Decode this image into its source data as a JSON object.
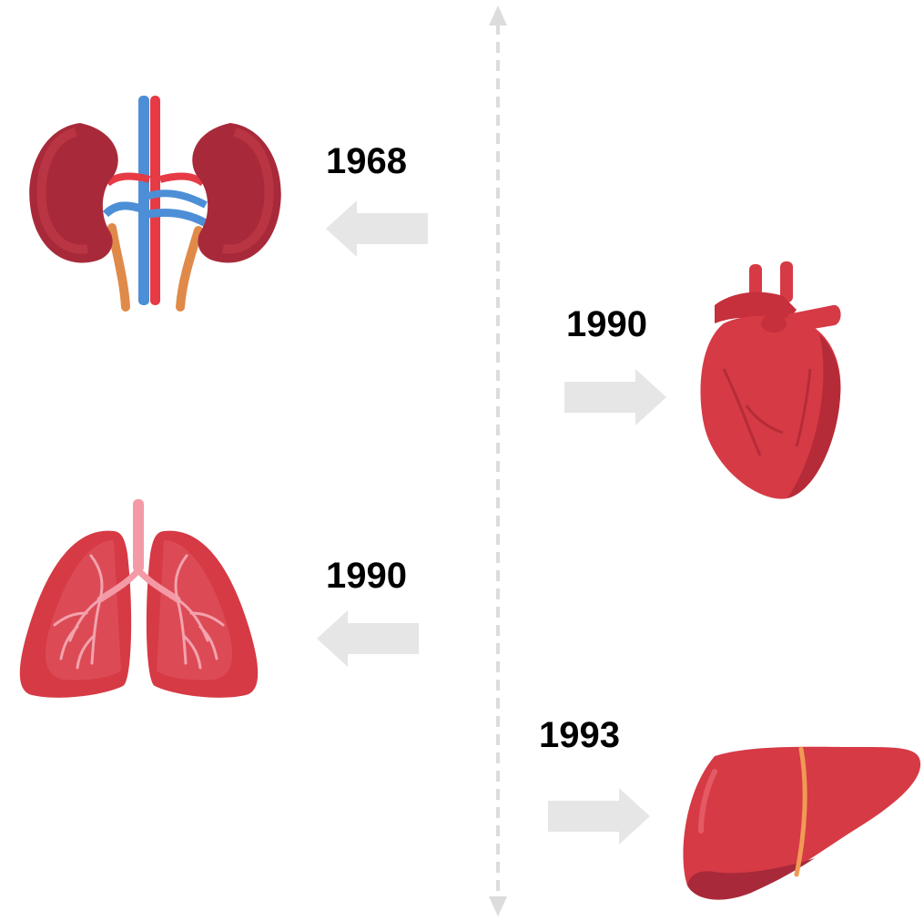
{
  "colors": {
    "arrow": "#e6e6e6",
    "axis": "#dcdcdc",
    "organ_red": "#d63a45",
    "organ_dark": "#a82a3a",
    "vein_blue": "#4d8fd6",
    "ureter_orange": "#e08a4a",
    "trachea_pink": "#f49aa6"
  },
  "timeline": {
    "events": [
      {
        "year": "1968",
        "organ_icon": "kidneys-icon",
        "side": "left"
      },
      {
        "year": "1990",
        "organ_icon": "heart-icon",
        "side": "right"
      },
      {
        "year": "1990",
        "organ_icon": "lungs-icon",
        "side": "left"
      },
      {
        "year": "1993",
        "organ_icon": "liver-icon",
        "side": "right"
      }
    ]
  }
}
